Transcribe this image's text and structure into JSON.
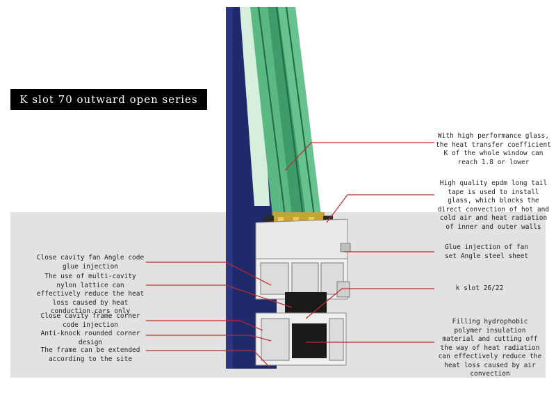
{
  "title": "K slot 70 outward open series",
  "annotations_left": [
    {
      "text": "Close cavity fan Angle code\nglue injection"
    },
    {
      "text": "The use of multi-cavity\nnylon lattice can\neffectively reduce the heat\nloss caused by heat\nconduction.cars only"
    },
    {
      "text": "Close cavity frame corner\ncode injection"
    },
    {
      "text": "Anti-knock rounded corner\ndesign"
    },
    {
      "text": "The frame can be extended\naccording to the site"
    }
  ],
  "annotations_right": [
    {
      "text": "With high performance glass,\nthe heat transfer coefficient\nK of the whole window can\nreach 1.8 or lower"
    },
    {
      "text": "High quality epdm long tail\ntape is used to install\nglass, which blocks the\ndirect convection of hot and\ncold air and heat radiation\nof inner and outer walls"
    },
    {
      "text": "Glue injection of fan\nset Angle steel sheet"
    },
    {
      "text": "k slot 26/22"
    },
    {
      "text": "Filling hydrophobic\npolymer insulation\nmaterial and cutting off\nthe way of heat radiation\ncan effectively reduce the\nheat loss caused by air\nconvection"
    }
  ],
  "colors": {
    "frame_blue": "#1f2a6b",
    "glass_green": "#4fae7a",
    "glass_light": "#bfe3c8",
    "aluminum": "#e8e8e8",
    "aluminum_dark": "#9a9a9a",
    "gasket": "#2a2a2a",
    "insulation": "#1a1a1a",
    "leader_line": "#c0282d",
    "backdrop": "#dcdcdc"
  }
}
